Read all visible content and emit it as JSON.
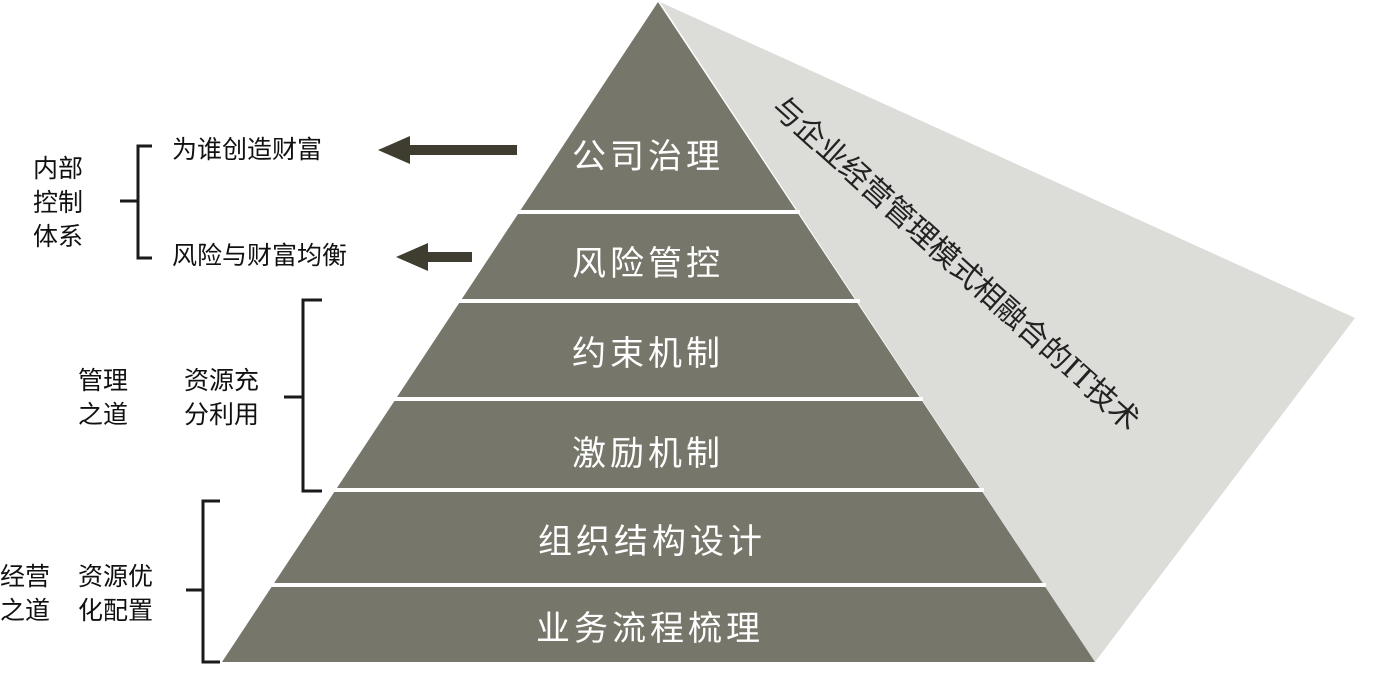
{
  "colors": {
    "pyramid_fill": "#77766a",
    "shadow_fill": "#dcdcd9",
    "band_separator": "#ffffff",
    "arrow": "#3e3d30",
    "bracket": "#1a1a1a",
    "text_dark": "#111111",
    "text_light": "#ffffff"
  },
  "pyramid": {
    "layers": [
      {
        "label": "公司治理"
      },
      {
        "label": "风险管控"
      },
      {
        "label": "约束机制"
      },
      {
        "label": "激励机制"
      },
      {
        "label": "组织结构设计"
      },
      {
        "label": "业务流程梳理"
      }
    ]
  },
  "side_face": {
    "label": "与企业经营管理模式相融合的IT技术"
  },
  "groups": {
    "internal_control": {
      "title_lines": [
        "内部",
        "控制",
        "体系"
      ],
      "items": [
        "为谁创造财富",
        "风险与财富均衡"
      ]
    },
    "management": {
      "title_lines": [
        "管理",
        "之道"
      ],
      "sub_lines": [
        "资源充",
        "分利用"
      ]
    },
    "operation": {
      "title_lines": [
        "经营",
        "之道"
      ],
      "sub_lines": [
        "资源优",
        "化配置"
      ]
    }
  }
}
